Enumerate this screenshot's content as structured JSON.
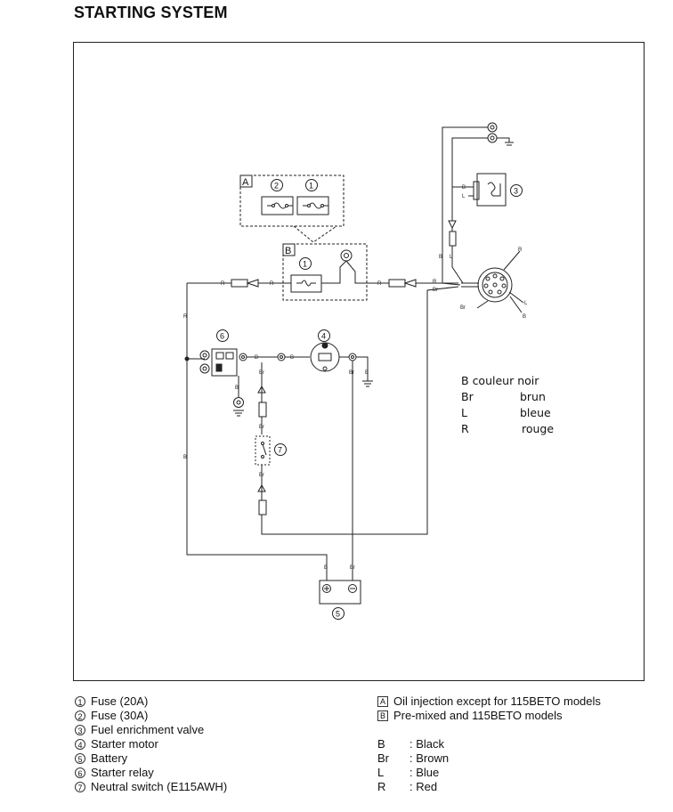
{
  "title": "STARTING SYSTEM",
  "diagram": {
    "box_labels": [
      "A",
      "B"
    ],
    "component_numbers": [
      "1",
      "2",
      "3",
      "4",
      "5",
      "6",
      "7"
    ],
    "wire_labels": {
      "black": "B",
      "brown": "Br",
      "blue": "L",
      "red": "R"
    }
  },
  "handwritten_note": [
    {
      "code": "B",
      "text": "couleur  noir"
    },
    {
      "code": "Br",
      "text": "brun"
    },
    {
      "code": "L",
      "text": "bleue"
    },
    {
      "code": "R",
      "text": "rouge"
    }
  ],
  "components_legend": [
    {
      "num": "1",
      "label": "Fuse (20A)"
    },
    {
      "num": "2",
      "label": "Fuse (30A)"
    },
    {
      "num": "3",
      "label": "Fuel enrichment valve"
    },
    {
      "num": "4",
      "label": "Starter motor"
    },
    {
      "num": "5",
      "label": "Battery"
    },
    {
      "num": "6",
      "label": "Starter relay"
    },
    {
      "num": "7",
      "label": "Neutral switch (E115AWH)"
    }
  ],
  "models_legend": [
    {
      "box": "A",
      "label": "Oil injection except for 115BETO models"
    },
    {
      "box": "B",
      "label": "Pre-mixed and 115BETO models"
    }
  ],
  "color_legend": [
    {
      "code": "B",
      "label": ": Black"
    },
    {
      "code": "Br",
      "label": ": Brown"
    },
    {
      "code": "L",
      "label": ": Blue"
    },
    {
      "code": "R",
      "label": ": Red"
    }
  ]
}
